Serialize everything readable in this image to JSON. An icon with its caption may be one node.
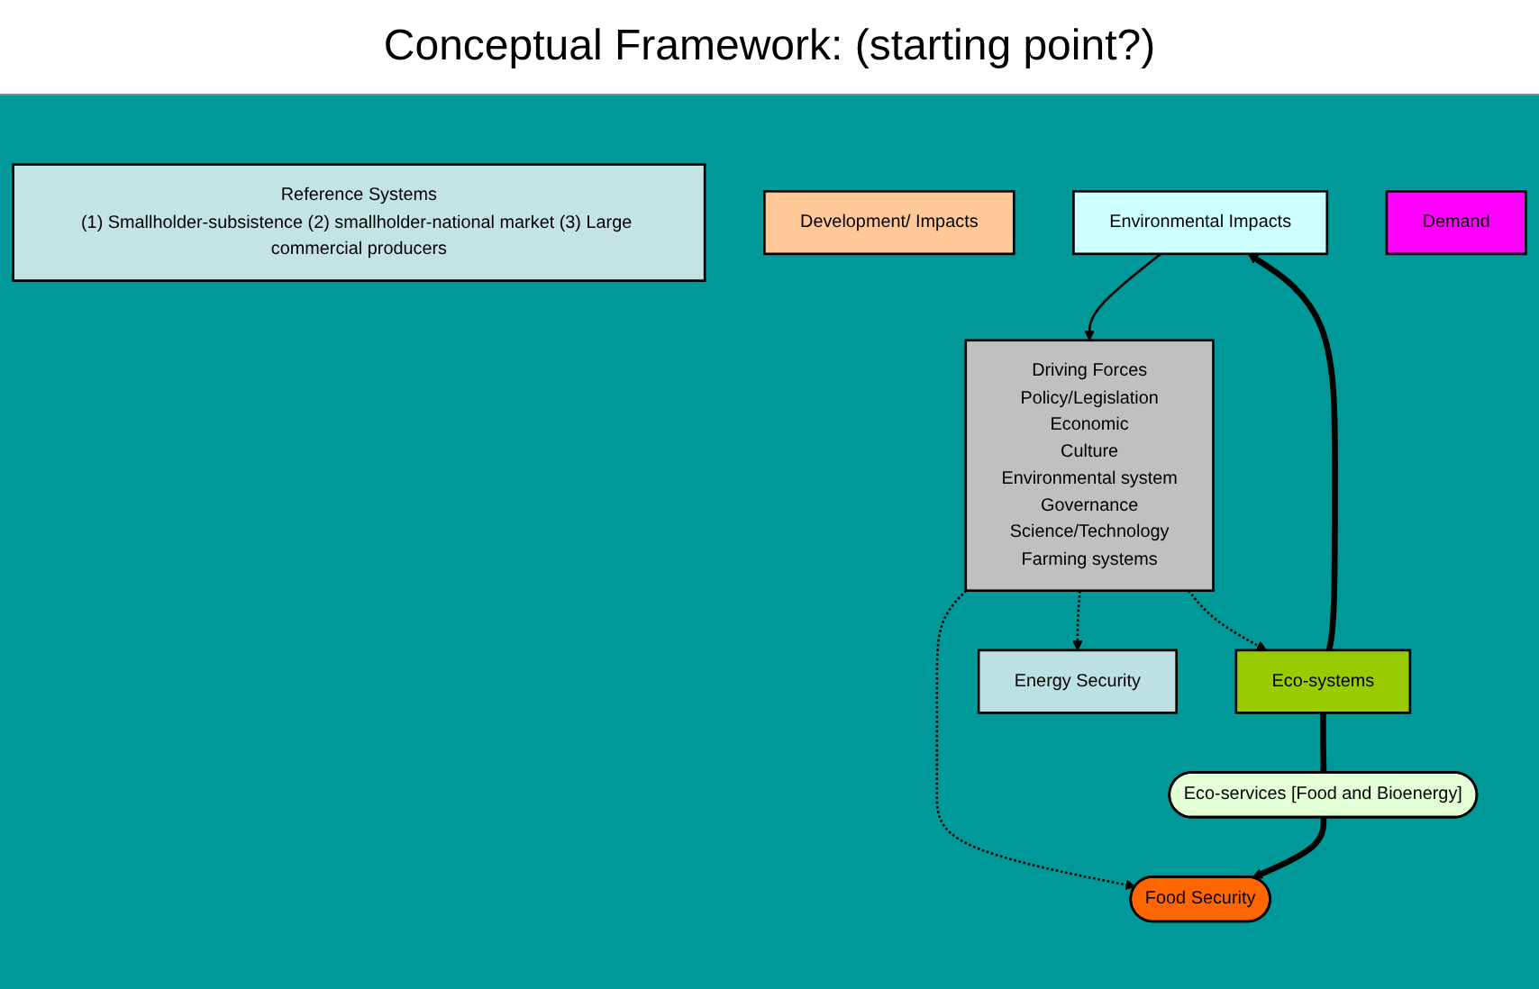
{
  "diagram": {
    "title": "Conceptual Framework: (starting point?)",
    "nodes": [
      {
        "text": [
          "Reference Systems",
          "(1) Smallholder-subsistence (2) smallholder-national market (3) Large commercial producers"
        ]
      },
      {
        "text": [
          "Development/ Impacts"
        ]
      },
      {
        "text": [
          "Environmental Impacts"
        ]
      },
      {
        "text": [
          "Food Security"
        ]
      },
      {
        "text": [
          "Energy Security"
        ]
      },
      {
        "text": [
          "Eco-services [Food and Bioenergy]"
        ]
      },
      {
        "text": [
          "Driving Forces",
          "Policy/Legislation",
          "Economic",
          "Culture",
          "Environmental system",
          "Governance",
          "Science/Technology",
          "Farming systems"
        ]
      },
      {
        "text": [
          "Demand"
        ]
      },
      {
        "text": [
          "Eco-systems"
        ]
      }
    ],
    "edges": [
      {
        "from": 8,
        "to": 5,
        "arrow": "none",
        "style": "thick"
      },
      {
        "from": 5,
        "to": 3,
        "arrow": "to",
        "style": "thick"
      },
      {
        "from": 8,
        "to": 2,
        "arrow": "to",
        "style": "thick"
      },
      {
        "from": 2,
        "to": 6,
        "arrow": "to"
      },
      {
        "from": 6,
        "to": 3,
        "arrow": "to",
        "style": "dashed"
      },
      {
        "from": 6,
        "to": 4,
        "arrow": "to",
        "style": "dashed"
      },
      {
        "from": 6,
        "to": 8,
        "arrow": "to",
        "style": "dashed"
      }
    ]
  }
}
